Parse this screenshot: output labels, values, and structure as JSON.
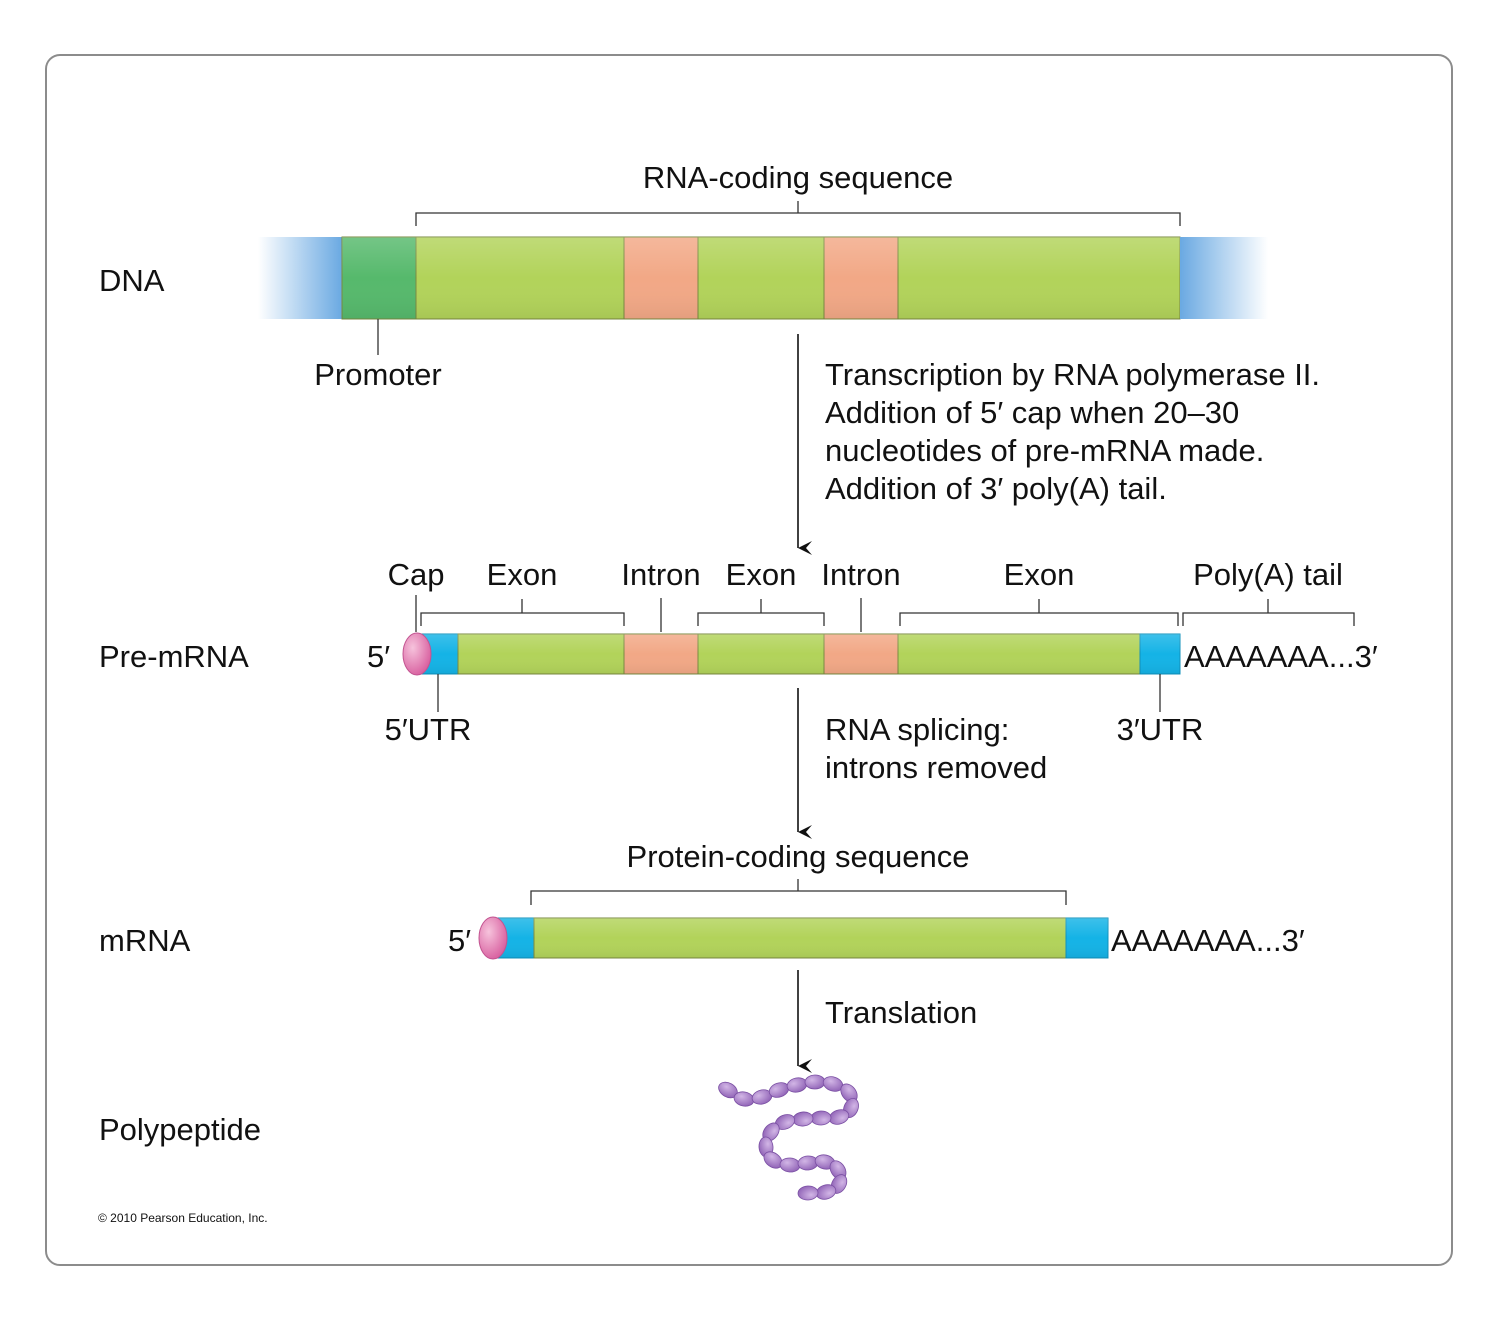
{
  "colors": {
    "exon": "#b2d35a",
    "intron": "#f2a886",
    "promoter": "#56b96c",
    "utr": "#14b3e6",
    "flank": "#7fb4e4",
    "cap": "#e37fb3",
    "amino_acid": "#a67cc6"
  },
  "row_labels": {
    "dna": "DNA",
    "pre_mrna": "Pre-mRNA",
    "mrna": "mRNA",
    "polypeptide": "Polypeptide"
  },
  "dna": {
    "rna_coding_sequence": "RNA-coding sequence",
    "promoter": "Promoter"
  },
  "transcription": {
    "lines": [
      "Transcription by RNA polymerase II.",
      "Addition of 5′ cap when 20–30",
      "nucleotides of pre-mRNA made.",
      "Addition of 3′ poly(A) tail."
    ]
  },
  "pre_mrna": {
    "five_prime": "5′",
    "cap": "Cap",
    "exon_1": "Exon",
    "intron_1": "Intron",
    "exon_2": "Exon",
    "intron_2": "Intron",
    "exon_3": "Exon",
    "poly_a_tail": "Poly(A) tail",
    "tail_sequence": "AAAAAAA...3′",
    "utr_5": "5′UTR",
    "utr_3": "3′UTR"
  },
  "splicing": {
    "lines": [
      "RNA splicing:",
      "introns removed"
    ]
  },
  "mrna": {
    "protein_coding_sequence": "Protein-coding sequence",
    "five_prime": "5′",
    "tail_sequence": "AAAAAAA...3′"
  },
  "translation": {
    "label": "Translation"
  },
  "copyright": "© 2010 Pearson Education, Inc."
}
